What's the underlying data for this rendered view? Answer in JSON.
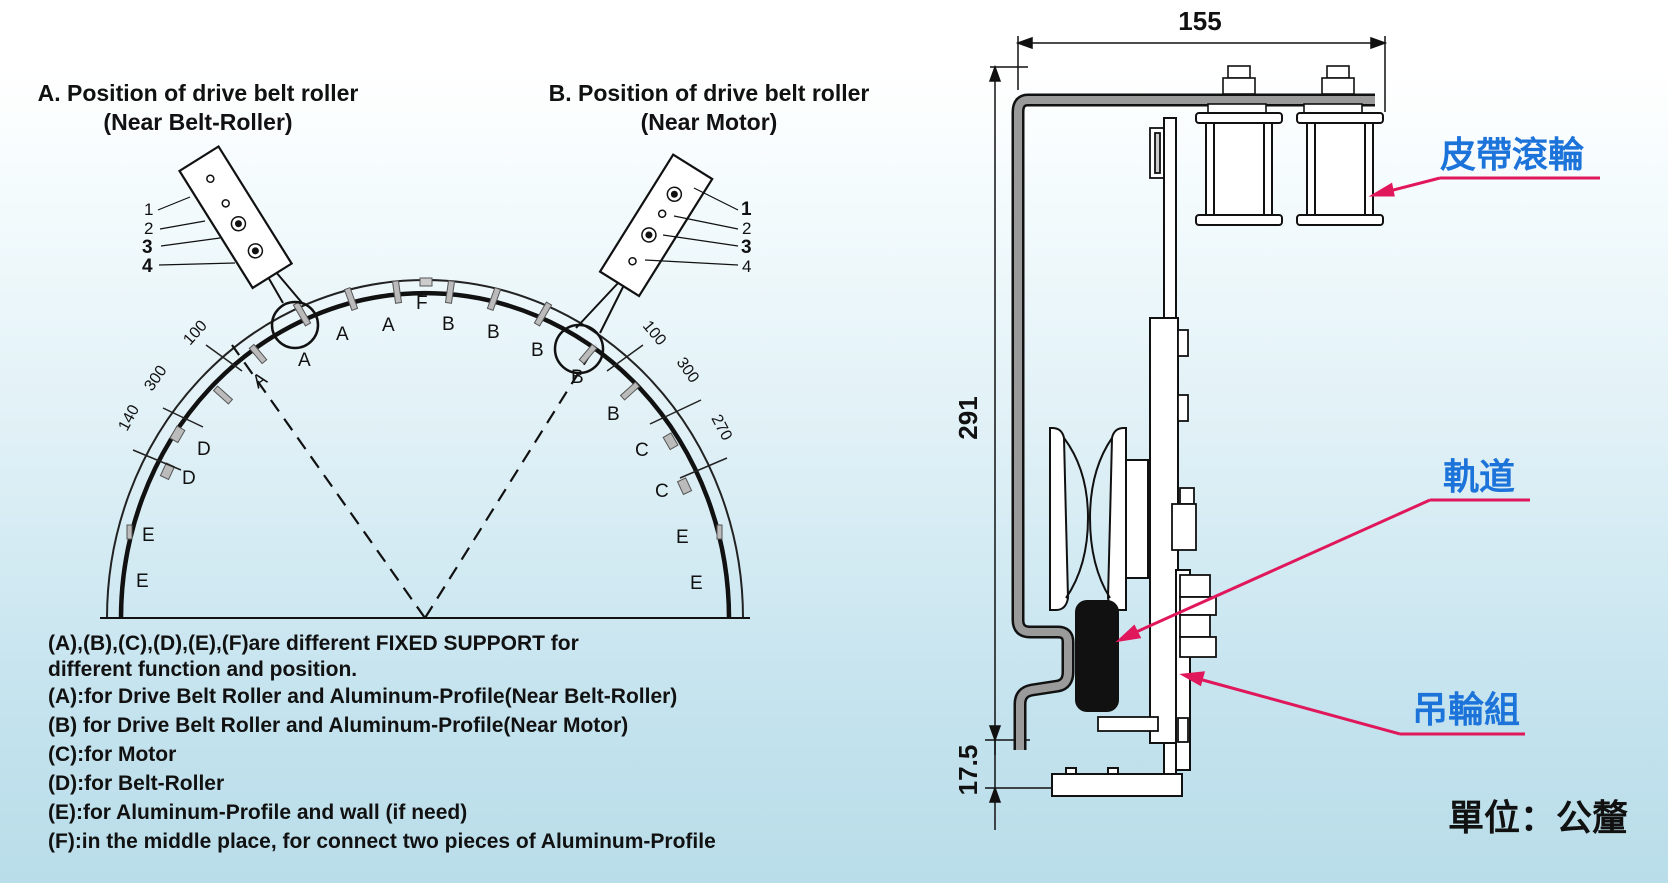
{
  "left": {
    "title_a_line1": "A. Position of drive belt roller",
    "title_a_line2": "(Near Belt-Roller)",
    "title_b_line1": "B. Position of drive belt roller",
    "title_b_line2": "(Near Motor)",
    "holes_a": [
      "1",
      "2",
      "3",
      "4"
    ],
    "holes_b": [
      "1",
      "2",
      "3",
      "4"
    ],
    "positions": [
      "A",
      "A",
      "A",
      "A",
      "F",
      "B",
      "B",
      "B",
      "B",
      "B",
      "D",
      "D",
      "C",
      "C",
      "E",
      "E",
      "E",
      "E"
    ],
    "dims_left": [
      "100",
      "300",
      "140"
    ],
    "dims_right": [
      "100",
      "300",
      "270"
    ],
    "notes": [
      "(A),(B),(C),(D),(E),(F)are different FIXED SUPPORT for",
      "different function and position.",
      "(A):for Drive Belt Roller and Aluminum-Profile(Near Belt-Roller)",
      "(B) for Drive Belt Roller and Aluminum-Profile(Near Motor)",
      "(C):for Motor",
      "(D):for Belt-Roller",
      "(E):for Aluminum-Profile and wall (if need)",
      "(F):in the middle place, for connect two pieces of Aluminum-Profile"
    ]
  },
  "right": {
    "dim_width": "155",
    "dim_height": "291",
    "dim_offset": "17.5",
    "label_belt_roller": "皮帶滾輪",
    "label_track": "軌道",
    "label_hanger": "吊輪組",
    "unit_label": "單位：公釐",
    "colors": {
      "label": "#1c73d9",
      "leader": "#e0185b"
    }
  }
}
